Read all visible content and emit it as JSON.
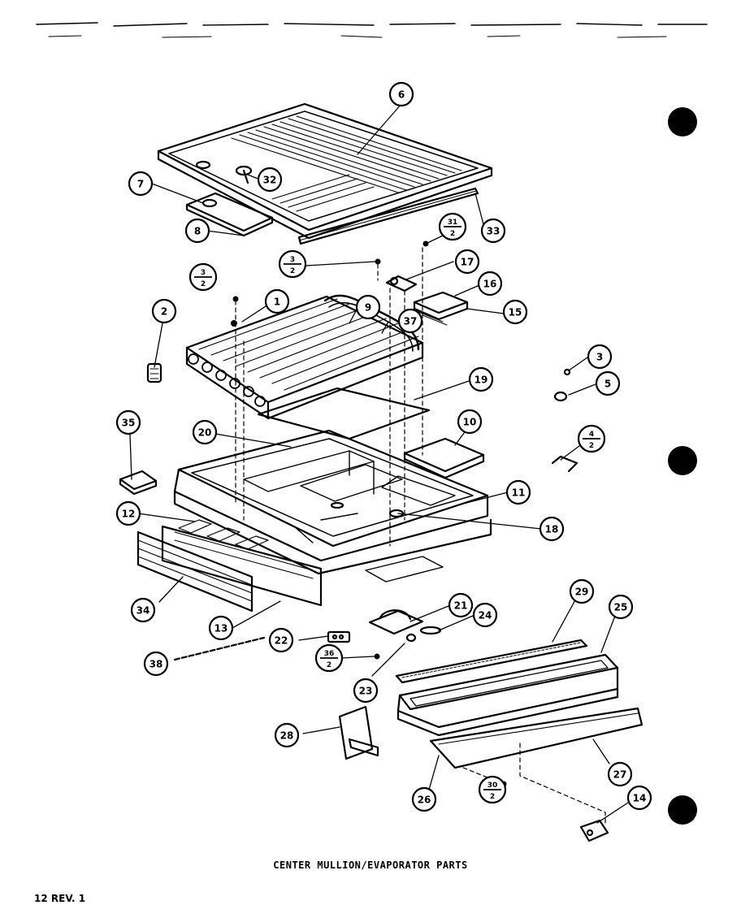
{
  "diagram": {
    "caption": "CENTER MULLION/EVAPORATOR PARTS",
    "page_id": "12 REV. 1",
    "callouts": [
      {
        "id": "c6",
        "label": "6"
      },
      {
        "id": "c7",
        "label": "7"
      },
      {
        "id": "c32",
        "label": "32"
      },
      {
        "id": "c8",
        "label": "8"
      },
      {
        "id": "c31",
        "num": "31",
        "den": "2"
      },
      {
        "id": "c33",
        "label": "33"
      },
      {
        "id": "c3a",
        "num": "3",
        "den": "2"
      },
      {
        "id": "c3b",
        "num": "3",
        "den": "2"
      },
      {
        "id": "c17",
        "label": "17"
      },
      {
        "id": "c16",
        "label": "16"
      },
      {
        "id": "c15",
        "label": "15"
      },
      {
        "id": "c1",
        "label": "1"
      },
      {
        "id": "c2",
        "label": "2"
      },
      {
        "id": "c9",
        "label": "9"
      },
      {
        "id": "c37",
        "label": "37"
      },
      {
        "id": "c3",
        "label": "3"
      },
      {
        "id": "c5",
        "label": "5"
      },
      {
        "id": "c19",
        "label": "19"
      },
      {
        "id": "c35",
        "label": "35"
      },
      {
        "id": "c20",
        "label": "20"
      },
      {
        "id": "c10",
        "label": "10"
      },
      {
        "id": "c4",
        "num": "4",
        "den": "2"
      },
      {
        "id": "c11",
        "label": "11"
      },
      {
        "id": "c12",
        "label": "12"
      },
      {
        "id": "c18",
        "label": "18"
      },
      {
        "id": "c34",
        "label": "34"
      },
      {
        "id": "c13",
        "label": "13"
      },
      {
        "id": "c21",
        "label": "21"
      },
      {
        "id": "c24",
        "label": "24"
      },
      {
        "id": "c29",
        "label": "29"
      },
      {
        "id": "c25",
        "label": "25"
      },
      {
        "id": "c22",
        "label": "22"
      },
      {
        "id": "c36",
        "num": "36",
        "den": "2"
      },
      {
        "id": "c38",
        "label": "38"
      },
      {
        "id": "c23",
        "label": "23"
      },
      {
        "id": "c28",
        "label": "28"
      },
      {
        "id": "c27",
        "label": "27"
      },
      {
        "id": "c26",
        "label": "26"
      },
      {
        "id": "c30",
        "num": "30",
        "den": "2"
      },
      {
        "id": "c14",
        "label": "14"
      }
    ]
  }
}
